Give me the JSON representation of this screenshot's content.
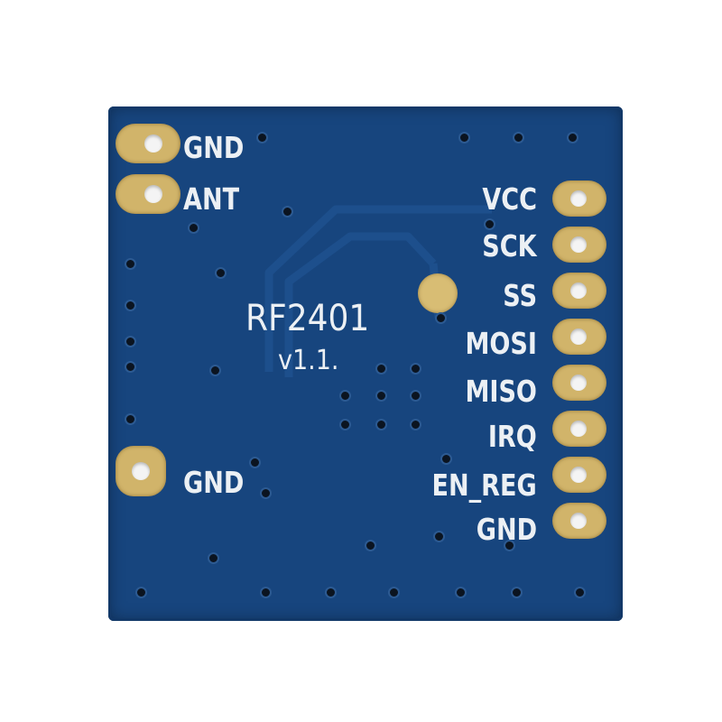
{
  "module": {
    "model_label": "RF2401",
    "version_label": "v1.1.",
    "colors": {
      "board": "#17457e",
      "pad": "#d1b46a",
      "silkscreen": "#ecf0f4"
    }
  },
  "left_pins": [
    {
      "label": "GND"
    },
    {
      "label": "ANT"
    },
    {
      "label": "GND"
    }
  ],
  "right_pins": [
    {
      "label": "VCC"
    },
    {
      "label": "SCK"
    },
    {
      "label": "SS"
    },
    {
      "label": "MOSI"
    },
    {
      "label": "MISO"
    },
    {
      "label": "IRQ"
    },
    {
      "label": "EN_REG"
    },
    {
      "label": "GND"
    }
  ]
}
